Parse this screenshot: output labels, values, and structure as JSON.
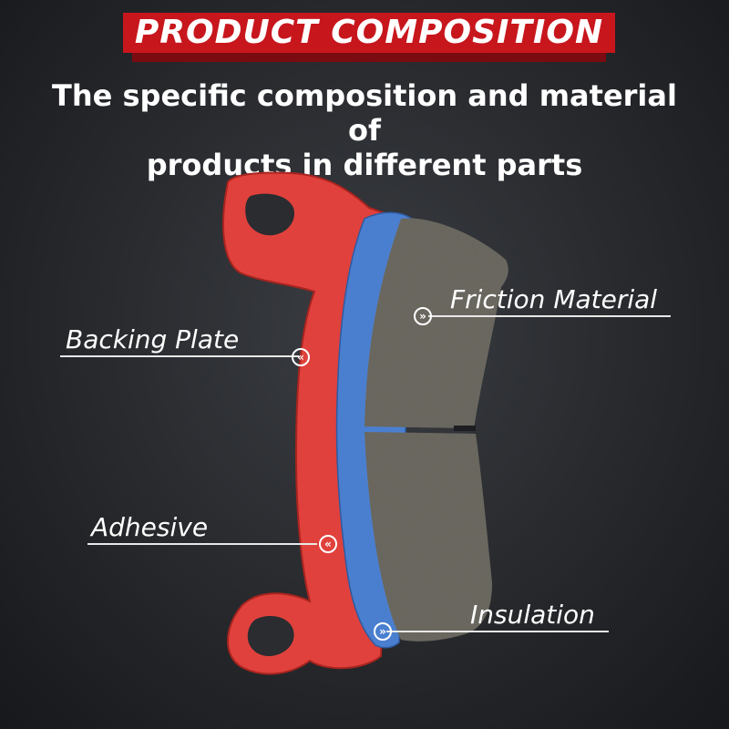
{
  "header": {
    "title": "PRODUCT COMPOSITION",
    "subtitle_line1": "The specific composition and material of",
    "subtitle_line2": "products in different parts"
  },
  "labels": {
    "friction": "Friction Material",
    "backing": "Backing Plate",
    "adhesive": "Adhesive",
    "insulation": "Insulation"
  },
  "markers": {
    "right": "»",
    "left": "«"
  },
  "colors": {
    "banner_red": "#c8161d",
    "backing_plate": "#e0413c",
    "insulation_blue": "#4a7fd0",
    "friction_gray": "#6e6b63"
  }
}
